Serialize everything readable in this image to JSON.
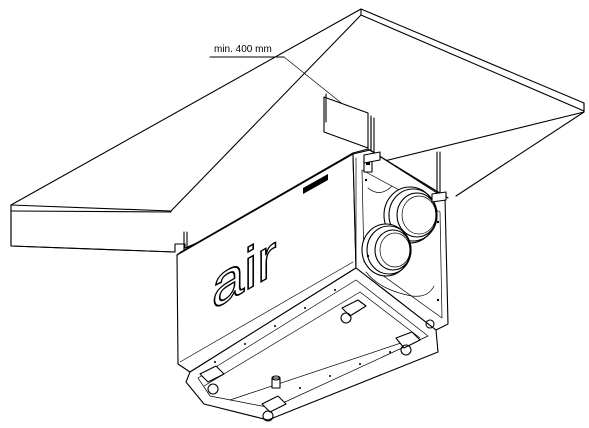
{
  "dimension": {
    "label": "min. 400 mm"
  },
  "unit": {
    "front_text": "air",
    "front_text_style": "outline",
    "brand_plate_text": ""
  },
  "colors": {
    "line": "#000000",
    "background": "#ffffff"
  },
  "icons": {
    "duct_spigots": "circle-outline",
    "condensate_drain": "drain-outlet"
  }
}
